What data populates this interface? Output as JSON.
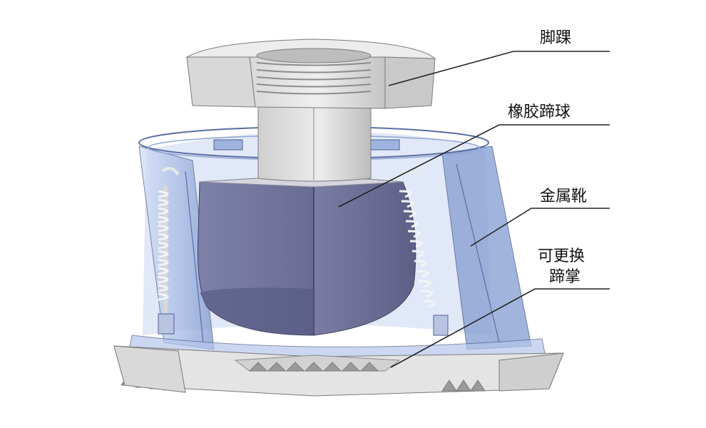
{
  "labels": {
    "ankle": "脚踝",
    "rubber_ball": "橡胶蹄球",
    "metal_boot": "金属靴",
    "replaceable_sole_line1": "可更换",
    "replaceable_sole_line2": "蹄掌"
  },
  "colors": {
    "metal_light": "#e6e6e6",
    "metal_mid": "#cfcfcf",
    "metal_dark": "#a9a9a9",
    "boot_blue": "#8ea6d6",
    "boot_blue_light": "#c3d1ef",
    "rubber_purple": "#6a6c93",
    "rubber_purple_dark": "#50527a",
    "spring": "#f0f0f0",
    "leader_line": "#222222"
  }
}
